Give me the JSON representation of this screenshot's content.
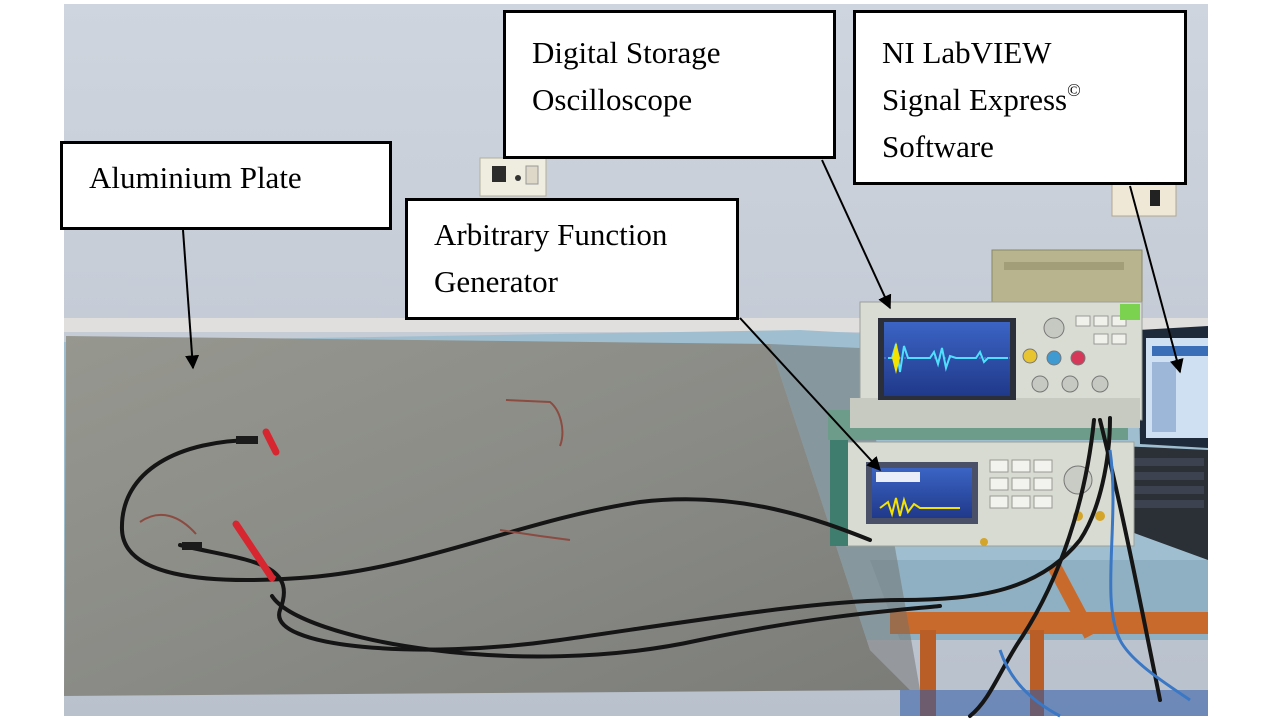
{
  "figure": {
    "labels": {
      "aluminium_plate": {
        "text": "Aluminium Plate"
      },
      "function_generator": {
        "lines": [
          "Arbitrary Function",
          "Generator"
        ]
      },
      "oscilloscope": {
        "lines": [
          "Digital Storage",
          "Oscilloscope"
        ]
      },
      "software": {
        "lines": [
          "NI LabVIEW",
          "Signal Express",
          "Software"
        ],
        "mark": "©"
      }
    },
    "colors": {
      "wall": "#c3cbd6",
      "plate": "#8a8b87",
      "table_top": "#9fbfd0",
      "table_legs": "#c86a2c",
      "scope_screen": "#2c4ea8",
      "trace": "#4fe0ff",
      "trace_marker": "#f4e300",
      "probe_red": "#d7262f",
      "cable": "#151515"
    },
    "icons": [
      "arrow-icon"
    ]
  }
}
